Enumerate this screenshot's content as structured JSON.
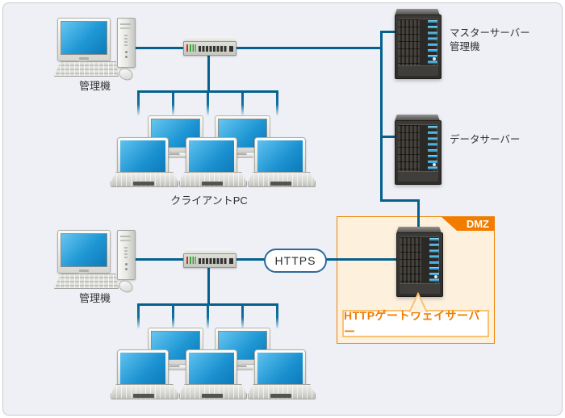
{
  "labels": {
    "admin_top": "管理機",
    "admin_bottom": "管理機",
    "client_pc": "クライアントPC",
    "master_server": "マスターサーバー\n管理機",
    "data_server": "データサーバー",
    "https": "HTTPS",
    "dmz": "DMZ",
    "gateway_server": "HTTPゲートウェイサーバー"
  },
  "colors": {
    "connection_line": "#05608e",
    "panel_background": "#eef0f5",
    "dmz_border": "#f08300",
    "dmz_fill": "#fdf0dd",
    "dmz_tab": "#f27c00",
    "gateway_text": "#f07c00",
    "screen_blue": "#1f97d4",
    "https_border": "#2e689c",
    "server_led": "#5bc0ec"
  }
}
